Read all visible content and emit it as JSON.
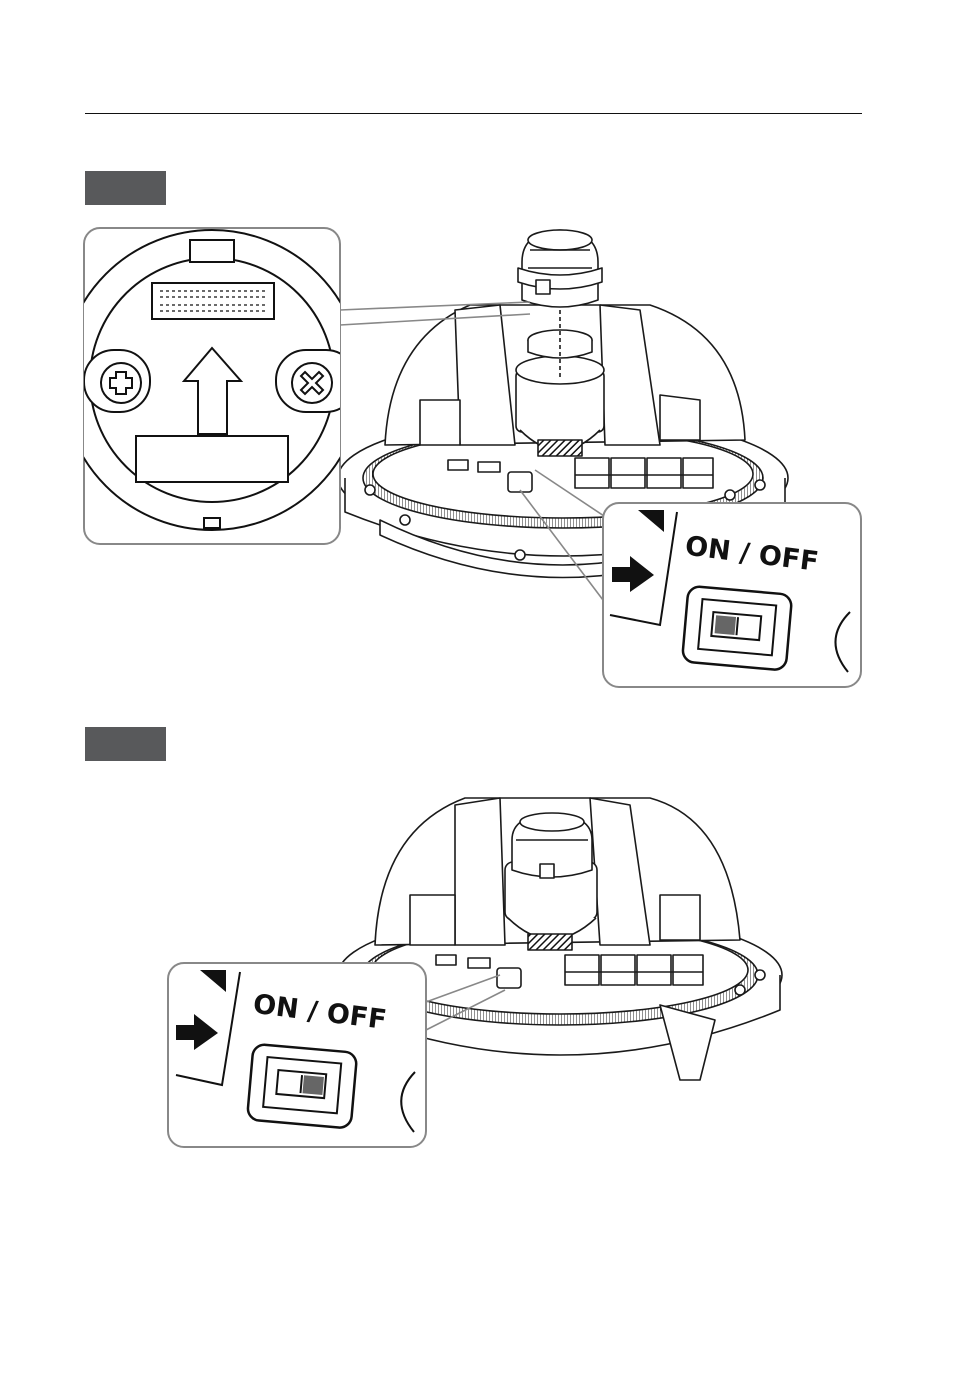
{
  "step1": {
    "switch_label": "ON / OFF",
    "switch_state": "off"
  },
  "step2": {
    "switch_label": "ON / OFF",
    "switch_state": "on"
  },
  "colors": {
    "line": "#1a1a1a",
    "callout_border": "#888888",
    "step_tag": "#58595b",
    "switch_fill": "#666666"
  },
  "icons": [
    "screw-plus-icon",
    "screw-x-icon",
    "up-arrow-icon",
    "pointer-arrow-icon"
  ]
}
